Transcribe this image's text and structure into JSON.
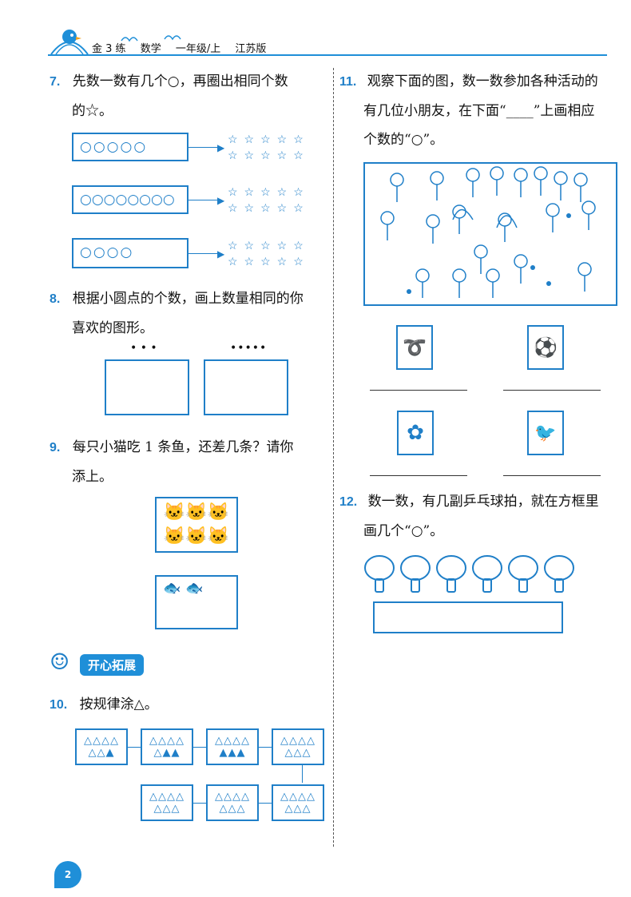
{
  "header": {
    "series": "金 3 练",
    "subject": "数学",
    "grade": "一年级/上",
    "edition": "江苏版"
  },
  "page_number": "2",
  "q7": {
    "num": "7.",
    "line1": "先数一数有几个○，再圈出相同个数",
    "line2": "的☆。",
    "rows": [
      {
        "circles": "○○○○○",
        "stars1": "☆☆☆☆☆",
        "stars2": "☆☆☆☆☆"
      },
      {
        "circles": "○○○○○○○○",
        "stars1": "☆☆☆☆☆",
        "stars2": "☆☆☆☆☆"
      },
      {
        "circles": "○○○○",
        "stars1": "☆☆☆☆☆",
        "stars2": "☆☆☆☆☆"
      }
    ]
  },
  "q8": {
    "num": "8.",
    "line1": "根据小圆点的个数，画上数量相同的你",
    "line2": "喜欢的图形。",
    "dots1": "• • •",
    "dots2": "•••••"
  },
  "q9": {
    "num": "9.",
    "line1": "每只小猫吃 1 条鱼，还差几条？请你",
    "line2": "添上。",
    "cats_row1": "🐱🐱🐱",
    "cats_row2": "🐱🐱🐱",
    "fish": "🐟  🐟"
  },
  "section": {
    "title": "开心拓展"
  },
  "q10": {
    "num": "10.",
    "text": "按规律涂△。",
    "boxes": [
      {
        "top": "△△△△",
        "bottom": "△△▲"
      },
      {
        "top": "△△△△",
        "bottom": "△▲▲"
      },
      {
        "top": "△△△△",
        "bottom": "▲▲▲"
      },
      {
        "top": "△△△△",
        "bottom": "△△△"
      },
      {
        "top": "△△△△",
        "bottom": "△△△"
      },
      {
        "top": "△△△△",
        "bottom": "△△△"
      },
      {
        "top": "△△△△",
        "bottom": "△△△"
      }
    ]
  },
  "q11": {
    "num": "11.",
    "line1": "观察下面的图，数一数参加各种活动的",
    "line2": "有几位小朋友，在下面“____”上画相应",
    "line3": "个数的“○”。"
  },
  "q12": {
    "num": "12.",
    "line1": "数一数，有几副乒乓球拍，就在方框里",
    "line2": "画几个“○”。"
  },
  "icons": {
    "kid": "☺",
    "rope": "➰",
    "ball": "⚽",
    "flower": "✿",
    "bird": "🐦"
  }
}
